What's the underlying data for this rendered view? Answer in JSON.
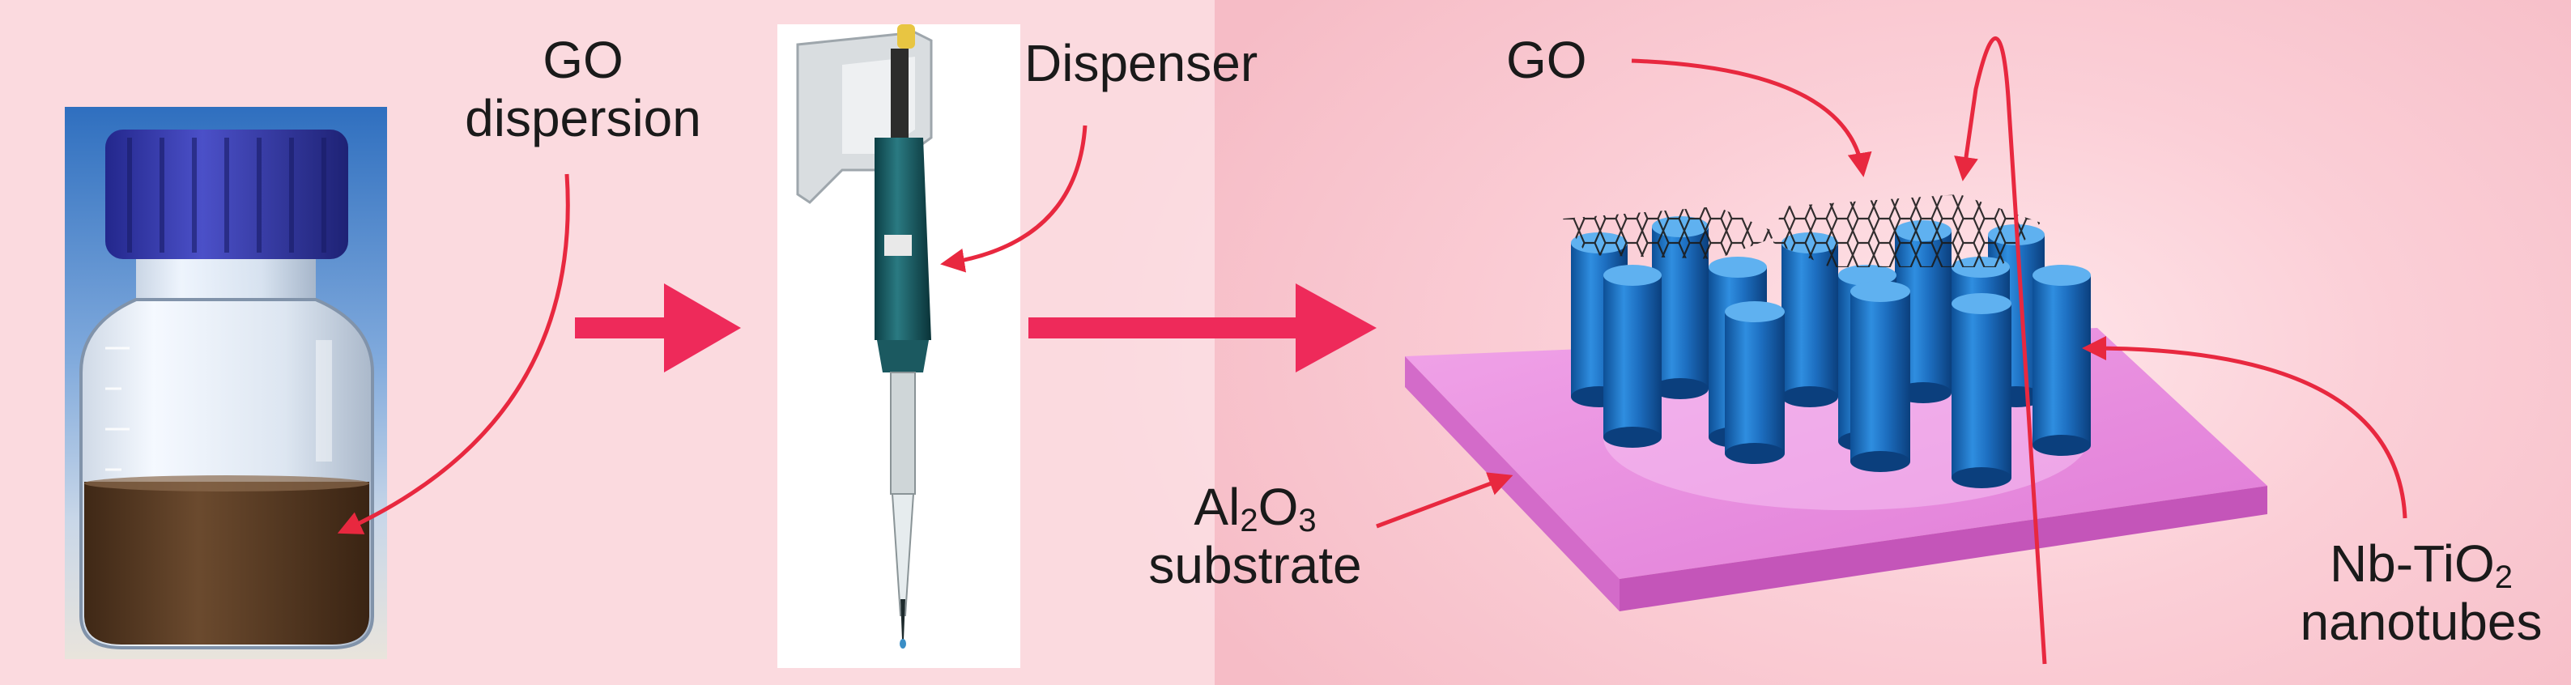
{
  "labels": {
    "go_dispersion": [
      "GO",
      "dispersion"
    ],
    "dispenser": "Dispenser",
    "go": "GO",
    "substrate": {
      "pre": "Al",
      "sub1": "2",
      "mid": "O",
      "sub2": "3",
      "line2": "substrate"
    },
    "nanotubes": {
      "pre": "Nb-TiO",
      "sub": "2",
      "line2": "nanotubes"
    }
  },
  "colors": {
    "arrow": "#ee2a5a",
    "callout": "#e8283f",
    "cap": "#3b3fb5",
    "liquid": "#5a3c24",
    "substrate": "#e589dc",
    "nanotube": "#1d6fc1",
    "background_pink": "#f8c9d1"
  },
  "icons": [
    "bottle-photo",
    "pipette-photo",
    "nanotube-array-illustration"
  ]
}
